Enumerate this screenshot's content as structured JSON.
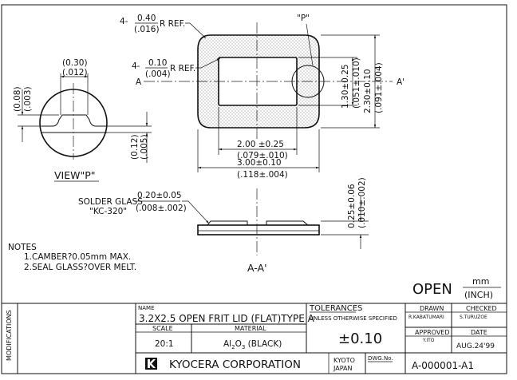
{
  "drawing": {
    "top_radius_label": "4-",
    "top_radius_num": "0.40",
    "top_radius_den": "(.016)",
    "top_radius_ref": "R REF.",
    "inner_radius_label": "4-",
    "inner_radius_num": "0.10",
    "inner_radius_den": "(.004)",
    "inner_radius_ref": "R REF.",
    "detail_mark": "\"P\"",
    "section_left": "A",
    "section_right": "A'",
    "inner_width_1": "2.00  ±0.25",
    "inner_width_2": "(.079±.010)",
    "outer_width_1": "3.00±0.10",
    "outer_width_2": "(.118±.004)",
    "inner_height_1": "1.30±0.25",
    "inner_height_2": "(.051±.010)",
    "outer_height_1": "2.30±0.10",
    "outer_height_2": "(.091±.004)",
    "detail_width_1": "(0.30)",
    "detail_width_2": "(.012)",
    "detail_h1_1": "(0.08)",
    "detail_h1_2": "(.003)",
    "detail_h2_1": "(0.12)",
    "detail_h2_2": "(.005)",
    "view_label": "VIEW\"P\"",
    "solder_label_1": "SOLDER GLASS",
    "solder_label_2": "\"KC-320\"",
    "solder_num": "0.20±0.05",
    "solder_den": "(.008±.002)",
    "thickness_1": "0.25±0.06",
    "thickness_2": "(.010±.002)",
    "section_title": "A-A'",
    "notes_title": "NOTES",
    "note_1": "1.CAMBER?0.05mm  MAX.",
    "note_2": "2.SEAL  GLASS?OVER  MELT.",
    "open_label": "OPEN",
    "unit_top": "mm",
    "unit_bottom": "(INCH)"
  },
  "title_block": {
    "modifications": "MODIFICATIONS",
    "name_header": "NAME",
    "name_value": "3.2X2.5 OPEN FRIT LID (FLAT)TYPE A",
    "scale_header": "SCALE",
    "scale_value": "20:1",
    "material_header": "MATERIAL",
    "material_value_1": "Al",
    "material_sub_1": "2",
    "material_value_2": "O",
    "material_sub_2": "3",
    "material_value_3": " (BLACK)",
    "tolerances_header": "TOLERANCES",
    "tolerances_sub": "UNLESS   OTHERWISE   SPECIFIED",
    "tolerance_value": "±0.10",
    "drawn_header": "DRAWN",
    "drawn_value": "R.KABATUMARI",
    "checked_header": "CHECKED",
    "checked_value": "S.TURUZOE",
    "approved_header": "APPROVED",
    "approved_value": "Y.ITO",
    "date_header": "DATE",
    "date_value": "AUG.24'99",
    "company": "KYOCERA  CORPORATION",
    "location_1": "KYOTO",
    "location_2": "JAPAN",
    "dwg_header": "DWG.No.",
    "dwg_value": "A-000001-A1"
  }
}
